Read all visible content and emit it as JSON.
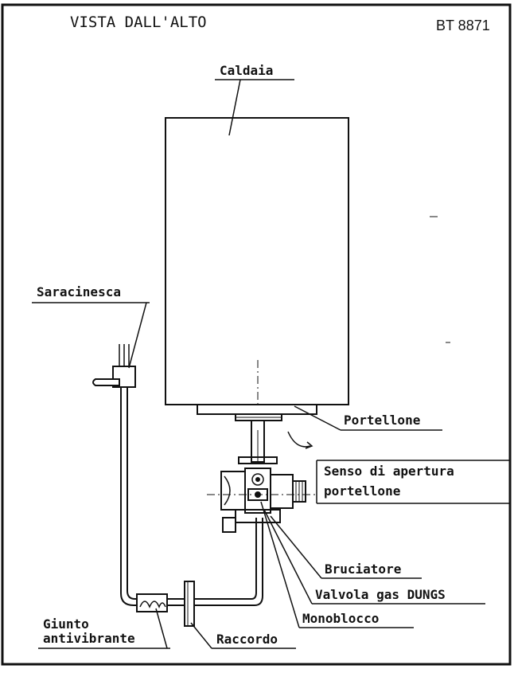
{
  "header": {
    "view_title": "VISTA DALL'ALTO",
    "drawing_code": "BT 8871"
  },
  "labels": {
    "caldaia": "Caldaia",
    "saracinesca": "Saracinesca",
    "portellone": "Portellone",
    "senso_line1": "Senso di apertura",
    "senso_line2": "portellone",
    "bruciatore": "Bruciatore",
    "valvola": "Valvola gas DUNGS",
    "monoblocco": "Monoblocco",
    "giunto_line1": "Giunto",
    "giunto_line2": "antivibrante",
    "raccordo": "Raccordo"
  }
}
